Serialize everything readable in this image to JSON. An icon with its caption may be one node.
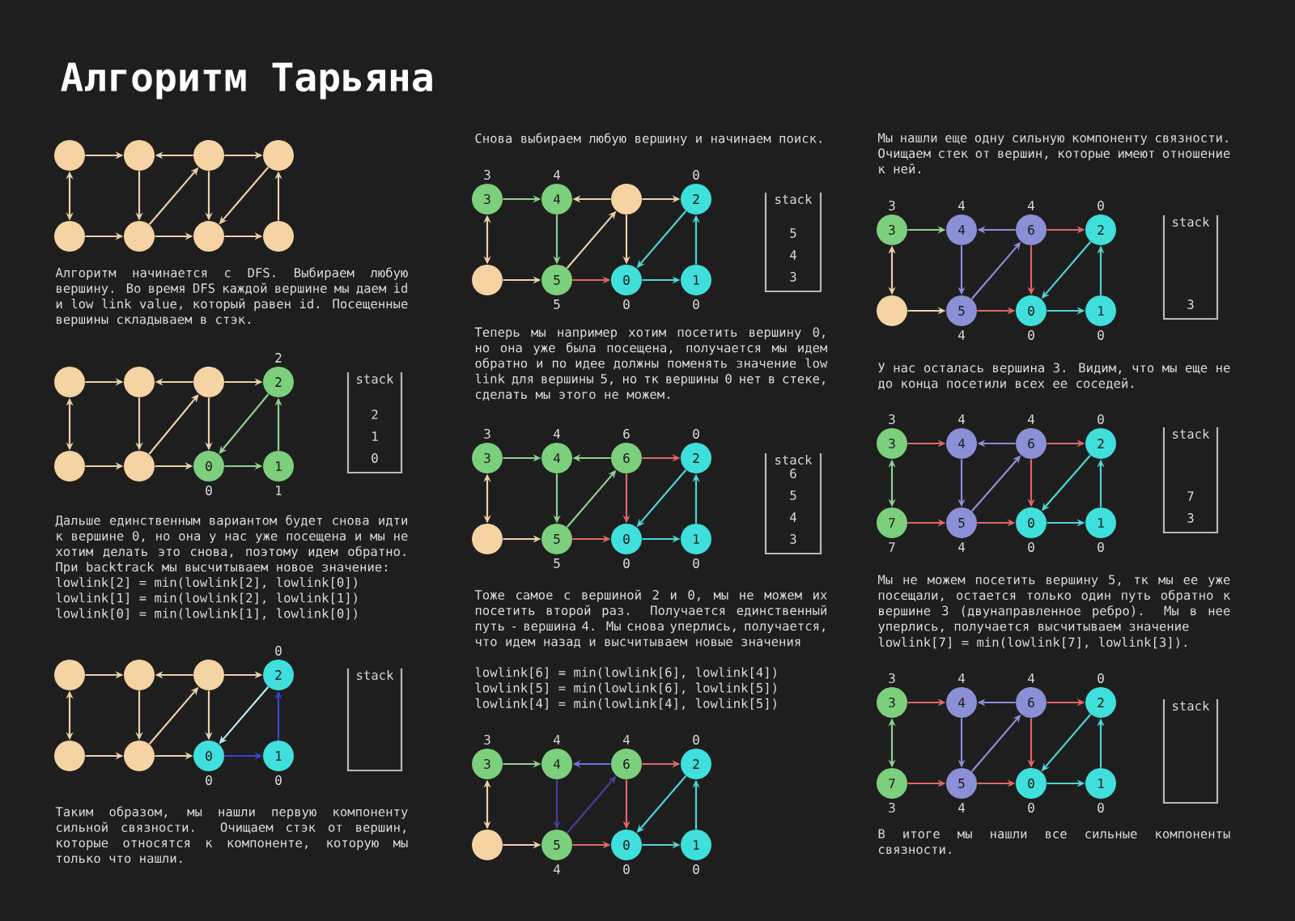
{
  "diagram": {
    "title": "Алгоритм Тарьяна",
    "nodes": [
      {
        "text": [],
        "shape": "circle"
      },
      {
        "text": [],
        "shape": "circle"
      },
      {
        "text": [],
        "shape": "circle"
      },
      {
        "text": [],
        "shape": "circle"
      },
      {
        "text": [],
        "shape": "circle"
      },
      {
        "text": [],
        "shape": "circle"
      },
      {
        "text": [],
        "shape": "circle"
      },
      {
        "text": [],
        "shape": "circle"
      },
      {
        "text": [],
        "shape": "circle"
      },
      {
        "text": [],
        "shape": "circle"
      },
      {
        "text": [],
        "shape": "circle"
      },
      {
        "text": [
          "2"
        ],
        "beside": [
          "2"
        ]
      },
      {
        "text": [],
        "shape": "circle"
      },
      {
        "text": [],
        "shape": "circle"
      },
      {
        "text": [
          "0"
        ],
        "beside": [
          "0"
        ]
      },
      {
        "text": [
          "1"
        ],
        "beside": [
          "1"
        ]
      },
      {
        "text": [
          "stack",
          "2",
          "1",
          "0"
        ]
      },
      {
        "text": [],
        "shape": "circle"
      },
      {
        "text": [],
        "shape": "circle"
      },
      {
        "text": [],
        "shape": "circle"
      },
      {
        "text": [
          "2"
        ],
        "beside": [
          "0"
        ]
      },
      {
        "text": [],
        "shape": "circle"
      },
      {
        "text": [],
        "shape": "circle"
      },
      {
        "text": [
          "0"
        ],
        "beside": [
          "0"
        ]
      },
      {
        "text": [
          "1"
        ],
        "beside": [
          "0"
        ]
      },
      {
        "text": [
          "stack"
        ]
      },
      {
        "text": [
          "3"
        ],
        "beside": [
          "3"
        ]
      },
      {
        "text": [
          "4"
        ],
        "beside": [
          "4"
        ]
      },
      {
        "text": [],
        "shape": "circle"
      },
      {
        "text": [
          "2"
        ],
        "beside": [
          "0"
        ]
      },
      {
        "text": [],
        "shape": "circle"
      },
      {
        "text": [
          "5"
        ],
        "beside": [
          "5"
        ]
      },
      {
        "text": [
          "0"
        ],
        "beside": [
          "0"
        ]
      },
      {
        "text": [
          "1"
        ],
        "beside": [
          "0"
        ]
      },
      {
        "text": [
          "stack",
          "5",
          "4",
          "3"
        ]
      },
      {
        "text": [
          "3"
        ],
        "beside": [
          "3"
        ]
      },
      {
        "text": [
          "4"
        ],
        "beside": [
          "4"
        ]
      },
      {
        "text": [
          "6"
        ],
        "beside": [
          "6"
        ]
      },
      {
        "text": [
          "2"
        ],
        "beside": [
          "0"
        ]
      },
      {
        "text": [],
        "shape": "circle"
      },
      {
        "text": [
          "5"
        ],
        "beside": [
          "5"
        ]
      },
      {
        "text": [
          "0"
        ],
        "beside": [
          "0"
        ]
      },
      {
        "text": [
          "1"
        ],
        "beside": [
          "0"
        ]
      },
      {
        "text": [
          "stack",
          "6",
          "5",
          "4",
          "3"
        ]
      },
      {
        "text": [
          "3"
        ],
        "beside": [
          "3"
        ]
      },
      {
        "text": [
          "4"
        ],
        "beside": [
          "4"
        ]
      },
      {
        "text": [
          "6"
        ],
        "beside": [
          "4"
        ]
      },
      {
        "text": [
          "2"
        ],
        "beside": [
          "0"
        ]
      },
      {
        "text": [],
        "shape": "circle"
      },
      {
        "text": [
          "5"
        ],
        "beside": [
          "4"
        ]
      },
      {
        "text": [
          "0"
        ],
        "beside": [
          "0"
        ]
      },
      {
        "text": [
          "1"
        ],
        "beside": [
          "0"
        ]
      },
      {
        "text": [
          "3"
        ],
        "beside": [
          "3"
        ]
      },
      {
        "text": [
          "4"
        ],
        "beside": [
          "4"
        ]
      },
      {
        "text": [
          "6"
        ],
        "beside": [
          "4"
        ]
      },
      {
        "text": [
          "2"
        ],
        "beside": [
          "0"
        ]
      },
      {
        "text": [],
        "shape": "circle"
      },
      {
        "text": [
          "5"
        ],
        "beside": [
          "4"
        ]
      },
      {
        "text": [
          "0"
        ],
        "beside": [
          "0"
        ]
      },
      {
        "text": [
          "1"
        ],
        "beside": [
          "0"
        ]
      },
      {
        "text": [
          "stack",
          "3"
        ]
      },
      {
        "text": [
          "3"
        ],
        "beside": [
          "3"
        ]
      },
      {
        "text": [
          "4"
        ],
        "beside": [
          "4"
        ]
      },
      {
        "text": [
          "6"
        ],
        "beside": [
          "4"
        ]
      },
      {
        "text": [
          "2"
        ],
        "beside": [
          "0"
        ]
      },
      {
        "text": [
          "7"
        ],
        "beside": [
          "7"
        ]
      },
      {
        "text": [
          "5"
        ],
        "beside": [
          "4"
        ]
      },
      {
        "text": [
          "0"
        ],
        "beside": [
          "0"
        ]
      },
      {
        "text": [
          "1"
        ],
        "beside": [
          "0"
        ]
      },
      {
        "text": [
          "stack",
          "7",
          "3"
        ]
      },
      {
        "text": [
          "3"
        ],
        "beside": [
          "3"
        ]
      },
      {
        "text": [
          "4"
        ],
        "beside": [
          "4"
        ]
      },
      {
        "text": [
          "6"
        ],
        "beside": [
          "4"
        ]
      },
      {
        "text": [
          "2"
        ],
        "beside": [
          "0"
        ]
      },
      {
        "text": [
          "7"
        ],
        "beside": [
          "3"
        ]
      },
      {
        "text": [
          "5"
        ],
        "beside": [
          "4"
        ]
      },
      {
        "text": [
          "0"
        ],
        "beside": [
          "0"
        ]
      },
      {
        "text": [
          "1"
        ],
        "beside": [
          "0"
        ]
      },
      {
        "text": [
          "stack"
        ]
      }
    ],
    "edges": [
      {
        "from": 0,
        "to": 1,
        "arrow": "to"
      },
      {
        "from": 0,
        "to": 4,
        "arrow": "both"
      },
      {
        "from": 2,
        "to": 1,
        "arrow": "to"
      },
      {
        "from": 2,
        "to": 3,
        "arrow": "to"
      },
      {
        "from": 1,
        "to": 5,
        "arrow": "to"
      },
      {
        "from": 5,
        "to": 2,
        "arrow": "to"
      },
      {
        "from": 2,
        "to": 6,
        "arrow": "to"
      },
      {
        "from": 3,
        "to": 6,
        "arrow": "to"
      },
      {
        "from": 7,
        "to": 3,
        "arrow": "to"
      },
      {
        "from": 4,
        "to": 5,
        "arrow": "to"
      },
      {
        "from": 5,
        "to": 6,
        "arrow": "to"
      },
      {
        "from": 6,
        "to": 7,
        "arrow": "to"
      },
      {
        "from": 8,
        "to": 9,
        "arrow": "to"
      },
      {
        "from": 8,
        "to": 12,
        "arrow": "both"
      },
      {
        "from": 10,
        "to": 9,
        "arrow": "to"
      },
      {
        "from": 10,
        "to": 11,
        "arrow": "to"
      },
      {
        "from": 9,
        "to": 13,
        "arrow": "to"
      },
      {
        "from": 13,
        "to": 10,
        "arrow": "to"
      },
      {
        "from": 10,
        "to": 14,
        "arrow": "to"
      },
      {
        "from": 11,
        "to": 14,
        "arrow": "to",
        "color": "#8fd18f"
      },
      {
        "from": 15,
        "to": 11,
        "arrow": "to",
        "color": "#8fd18f"
      },
      {
        "from": 12,
        "to": 13,
        "arrow": "to"
      },
      {
        "from": 13,
        "to": 14,
        "arrow": "to"
      },
      {
        "from": 14,
        "to": 15,
        "arrow": "to",
        "color": "#8fd18f"
      },
      {
        "from": 17,
        "to": 18,
        "arrow": "to"
      },
      {
        "from": 17,
        "to": 21,
        "arrow": "both"
      },
      {
        "from": 19,
        "to": 18,
        "arrow": "to"
      },
      {
        "from": 19,
        "to": 20,
        "arrow": "to"
      },
      {
        "from": 18,
        "to": 22,
        "arrow": "to"
      },
      {
        "from": 22,
        "to": 19,
        "arrow": "to"
      },
      {
        "from": 19,
        "to": 23,
        "arrow": "to"
      },
      {
        "from": 20,
        "to": 23,
        "arrow": "to",
        "color": "#b5eef5"
      },
      {
        "from": 24,
        "to": 20,
        "arrow": "to",
        "color": "#3346d0"
      },
      {
        "from": 21,
        "to": 22,
        "arrow": "to"
      },
      {
        "from": 22,
        "to": 23,
        "arrow": "to"
      },
      {
        "from": 23,
        "to": 24,
        "arrow": "to",
        "color": "#3346d0"
      },
      {
        "from": 26,
        "to": 27,
        "arrow": "to",
        "color": "#8fd18f"
      },
      {
        "from": 26,
        "to": 30,
        "arrow": "both"
      },
      {
        "from": 28,
        "to": 27,
        "arrow": "to"
      },
      {
        "from": 28,
        "to": 29,
        "arrow": "to"
      },
      {
        "from": 27,
        "to": 31,
        "arrow": "to",
        "color": "#8fd18f"
      },
      {
        "from": 31,
        "to": 28,
        "arrow": "to"
      },
      {
        "from": 28,
        "to": 32,
        "arrow": "to"
      },
      {
        "from": 29,
        "to": 32,
        "arrow": "to",
        "color": "#4fd6d6"
      },
      {
        "from": 33,
        "to": 29,
        "arrow": "to",
        "color": "#4fd6d6"
      },
      {
        "from": 30,
        "to": 31,
        "arrow": "to"
      },
      {
        "from": 31,
        "to": 32,
        "arrow": "to",
        "color": "#e06666"
      },
      {
        "from": 32,
        "to": 33,
        "arrow": "to",
        "color": "#4fd6d6"
      },
      {
        "from": 35,
        "to": 36,
        "arrow": "to",
        "color": "#8fd18f"
      },
      {
        "from": 35,
        "to": 39,
        "arrow": "both"
      },
      {
        "from": 37,
        "to": 36,
        "arrow": "to",
        "color": "#8fd18f"
      },
      {
        "from": 37,
        "to": 38,
        "arrow": "to",
        "color": "#e06666"
      },
      {
        "from": 36,
        "to": 40,
        "arrow": "to",
        "color": "#8fd18f"
      },
      {
        "from": 40,
        "to": 37,
        "arrow": "to",
        "color": "#8fd18f"
      },
      {
        "from": 37,
        "to": 41,
        "arrow": "to",
        "color": "#e06666"
      },
      {
        "from": 38,
        "to": 41,
        "arrow": "to",
        "color": "#4fd6d6"
      },
      {
        "from": 42,
        "to": 38,
        "arrow": "to",
        "color": "#4fd6d6"
      },
      {
        "from": 39,
        "to": 40,
        "arrow": "to"
      },
      {
        "from": 40,
        "to": 41,
        "arrow": "to",
        "color": "#e06666"
      },
      {
        "from": 41,
        "to": 42,
        "arrow": "to",
        "color": "#4fd6d6"
      },
      {
        "from": 44,
        "to": 45,
        "arrow": "to",
        "color": "#8fd18f"
      },
      {
        "from": 44,
        "to": 48,
        "arrow": "both"
      },
      {
        "from": 46,
        "to": 45,
        "arrow": "to",
        "color": "#6c72e6"
      },
      {
        "from": 46,
        "to": 47,
        "arrow": "to",
        "color": "#e06666"
      },
      {
        "from": 45,
        "to": 49,
        "arrow": "to",
        "color": "#4b3b9b"
      },
      {
        "from": 49,
        "to": 46,
        "arrow": "to",
        "color": "#4b3b9b"
      },
      {
        "from": 46,
        "to": 50,
        "arrow": "to",
        "color": "#e06666"
      },
      {
        "from": 47,
        "to": 50,
        "arrow": "to",
        "color": "#4fd6d6"
      },
      {
        "from": 51,
        "to": 47,
        "arrow": "to",
        "color": "#4fd6d6"
      },
      {
        "from": 48,
        "to": 49,
        "arrow": "to"
      },
      {
        "from": 49,
        "to": 50,
        "arrow": "to",
        "color": "#e06666"
      },
      {
        "from": 50,
        "to": 51,
        "arrow": "to",
        "color": "#4fd6d6"
      },
      {
        "from": 52,
        "to": 53,
        "arrow": "to",
        "color": "#8fd18f"
      },
      {
        "from": 52,
        "to": 56,
        "arrow": "both"
      },
      {
        "from": 54,
        "to": 53,
        "arrow": "to",
        "color": "#8b8fd6"
      },
      {
        "from": 54,
        "to": 55,
        "arrow": "to",
        "color": "#e06666"
      },
      {
        "from": 53,
        "to": 57,
        "arrow": "to",
        "color": "#8b8fd6"
      },
      {
        "from": 57,
        "to": 54,
        "arrow": "to",
        "color": "#8b8fd6"
      },
      {
        "from": 54,
        "to": 58,
        "arrow": "to",
        "color": "#e06666"
      },
      {
        "from": 55,
        "to": 58,
        "arrow": "to",
        "color": "#4fd6d6"
      },
      {
        "from": 59,
        "to": 55,
        "arrow": "to",
        "color": "#4fd6d6"
      },
      {
        "from": 56,
        "to": 57,
        "arrow": "to"
      },
      {
        "from": 57,
        "to": 58,
        "arrow": "to",
        "color": "#e06666"
      },
      {
        "from": 58,
        "to": 59,
        "arrow": "to",
        "color": "#4fd6d6"
      },
      {
        "from": 61,
        "to": 62,
        "arrow": "to",
        "color": "#e06666"
      },
      {
        "from": 61,
        "to": 65,
        "arrow": "both",
        "color": "#8fd18f"
      },
      {
        "from": 63,
        "to": 62,
        "arrow": "to",
        "color": "#8b8fd6"
      },
      {
        "from": 63,
        "to": 64,
        "arrow": "to",
        "color": "#e06666"
      },
      {
        "from": 62,
        "to": 66,
        "arrow": "to",
        "color": "#8b8fd6"
      },
      {
        "from": 66,
        "to": 63,
        "arrow": "to",
        "color": "#8b8fd6"
      },
      {
        "from": 63,
        "to": 67,
        "arrow": "to",
        "color": "#e06666"
      },
      {
        "from": 64,
        "to": 67,
        "arrow": "to",
        "color": "#4fd6d6"
      },
      {
        "from": 68,
        "to": 64,
        "arrow": "to",
        "color": "#4fd6d6"
      },
      {
        "from": 65,
        "to": 66,
        "arrow": "to",
        "color": "#e06666"
      },
      {
        "from": 66,
        "to": 67,
        "arrow": "to",
        "color": "#e06666"
      },
      {
        "from": 67,
        "to": 68,
        "arrow": "to",
        "color": "#4fd6d6"
      },
      {
        "from": 70,
        "to": 71,
        "arrow": "to",
        "color": "#e06666"
      },
      {
        "from": 70,
        "to": 74,
        "arrow": "both",
        "color": "#8fd18f"
      },
      {
        "from": 72,
        "to": 71,
        "arrow": "to",
        "color": "#8b8fd6"
      },
      {
        "from": 72,
        "to": 73,
        "arrow": "to",
        "color": "#e06666"
      },
      {
        "from": 71,
        "to": 75,
        "arrow": "to",
        "color": "#8b8fd6"
      },
      {
        "from": 75,
        "to": 72,
        "arrow": "to",
        "color": "#8b8fd6"
      },
      {
        "from": 72,
        "to": 76,
        "arrow": "to",
        "color": "#e06666"
      },
      {
        "from": 73,
        "to": 76,
        "arrow": "to",
        "color": "#4fd6d6"
      },
      {
        "from": 77,
        "to": 73,
        "arrow": "to",
        "color": "#4fd6d6"
      },
      {
        "from": 74,
        "to": 75,
        "arrow": "to",
        "color": "#e06666"
      },
      {
        "from": 75,
        "to": 76,
        "arrow": "to",
        "color": "#e06666"
      },
      {
        "from": 76,
        "to": 77,
        "arrow": "to",
        "color": "#4fd6d6"
      }
    ],
    "labels": [
      "Алгоритм начинается с DFS. Выбираем любую вершину. Во время DFS каждой вершине мы даем id и low link value, который равен id. Посещенные вершины складываем в стэк.",
      "Дальше единственным вариантом будет снова идти к вершине 0, но она у нас уже посещена и мы не хотим делать это снова, поэтому идем обратно. При backtrack мы высчитываем новое значение:",
      "lowlink[2] = min(lowlink[2], lowlink[0])",
      "lowlink[1] = min(lowlink[2], lowlink[1])",
      "lowlink[0] = min(lowlink[1], lowlink[0])",
      "Таким образом, мы нашли первую компоненту сильной связности. Очищаем стэк от вершин, которые относятся к компоненте, которую мы только что нашли.",
      "Снова выбираем любую вершину и начинаем поиск.",
      "Теперь мы например хотим посетить вершину 0, но она уже была посещена, получается мы идем обратно и по идее должны поменять значение low link для вершины 5, но тк вершины 0 нет в стеке, сделать мы этого не можем.",
      "Тоже самое с вершиной 2 и 0, мы не можем их посетить второй раз. Получается единственный путь - вершина 4. Мы снова уперлись, получается, что идем назад и высчитываем новые значения",
      "lowlink[6] = min(lowlink[6], lowlink[4])",
      "lowlink[5] = min(lowlink[6], lowlink[5])",
      "lowlink[4] = min(lowlink[4], lowlink[5])",
      "Мы нашли еще одну сильную компоненту связности. Очищаем стек от вершин, которые имеют отношение к ней.",
      "У нас осталась вершина 3. Видим, что мы еще не до конца посетили всех ее соседей.",
      "Мы не можем посетить вершину 5, тк мы ее уже посещали, остается только один путь обратно к вершине 3 (двунаправленное ребро). Мы в нее уперлись, получается высчитываем значение",
      "lowlink[7] = min(lowlink[7], lowlink[3]).",
      "В итоге мы нашли все сильные компоненты связности."
    ]
  }
}
